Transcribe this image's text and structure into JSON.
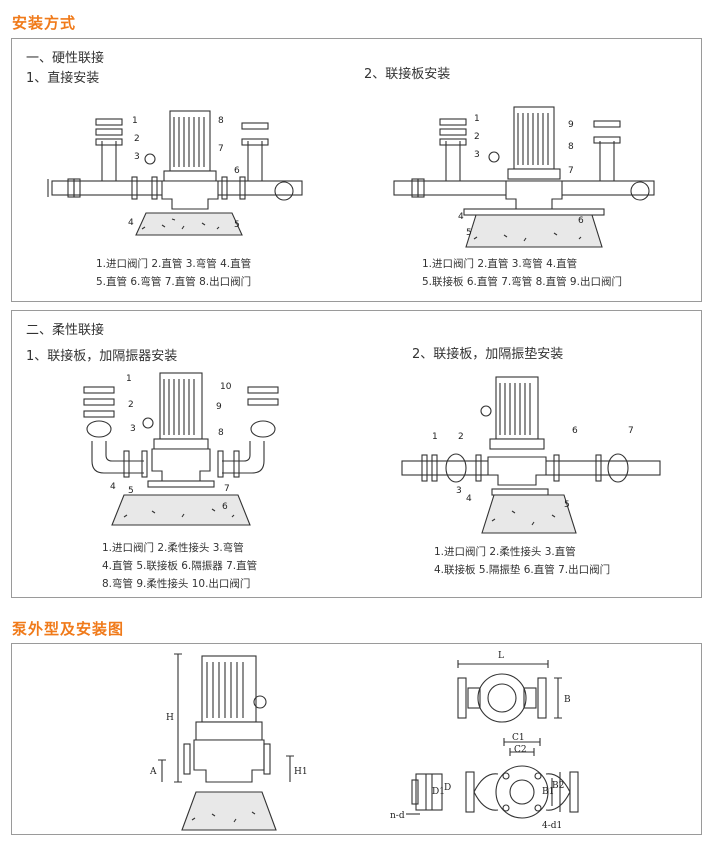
{
  "section1_title": "安装方式",
  "rigid": {
    "heading": "一、硬性联接",
    "sub1": "1、直接安装",
    "sub2": "2、联接板安装",
    "legend1": [
      "1.进口阀门  2.直管  3.弯管  4.直管",
      "5.直管  6.弯管  7.直管  8.出口阀门"
    ],
    "legend2": [
      "1.进口阀门    2.直管    3.弯管    4.直管",
      "5.联接板 6.直管 7.弯管 8.直管 9.出口阀门"
    ],
    "callouts1": [
      "1",
      "2",
      "3",
      "4",
      "5",
      "6",
      "7",
      "8"
    ],
    "callouts2": [
      "1",
      "2",
      "3",
      "4",
      "5",
      "6",
      "7",
      "8",
      "9"
    ]
  },
  "flexible": {
    "heading": "二、柔性联接",
    "sub1": "1、联接板，加隔振器安装",
    "sub2": "2、联接板，加隔振垫安装",
    "legend1": [
      "1.进口阀门  2.柔性接头  3.弯管",
      "4.直管 5.联接板 6.隔振器 7.直管",
      "8.弯管  9.柔性接头  10.出口阀门"
    ],
    "legend2": [
      "1.进口阀门    2.柔性接头    3.直管",
      "4.联接板 5.隔振垫 6.直管 7.出口阀门"
    ],
    "callouts1": [
      "1",
      "2",
      "3",
      "4",
      "5",
      "6",
      "7",
      "8",
      "9",
      "10"
    ],
    "callouts2": [
      "1",
      "2",
      "3",
      "4",
      "5",
      "6",
      "7"
    ]
  },
  "section2_title": "泵外型及安装图",
  "dims": {
    "H": "H",
    "A": "A",
    "H1": "H1",
    "L": "L",
    "B": "B",
    "C1": "C1",
    "C2": "C2",
    "B1": "B1",
    "B2": "B2",
    "D": "D",
    "D1": "D1",
    "nd": "n-d",
    "d1": "4-d1"
  }
}
